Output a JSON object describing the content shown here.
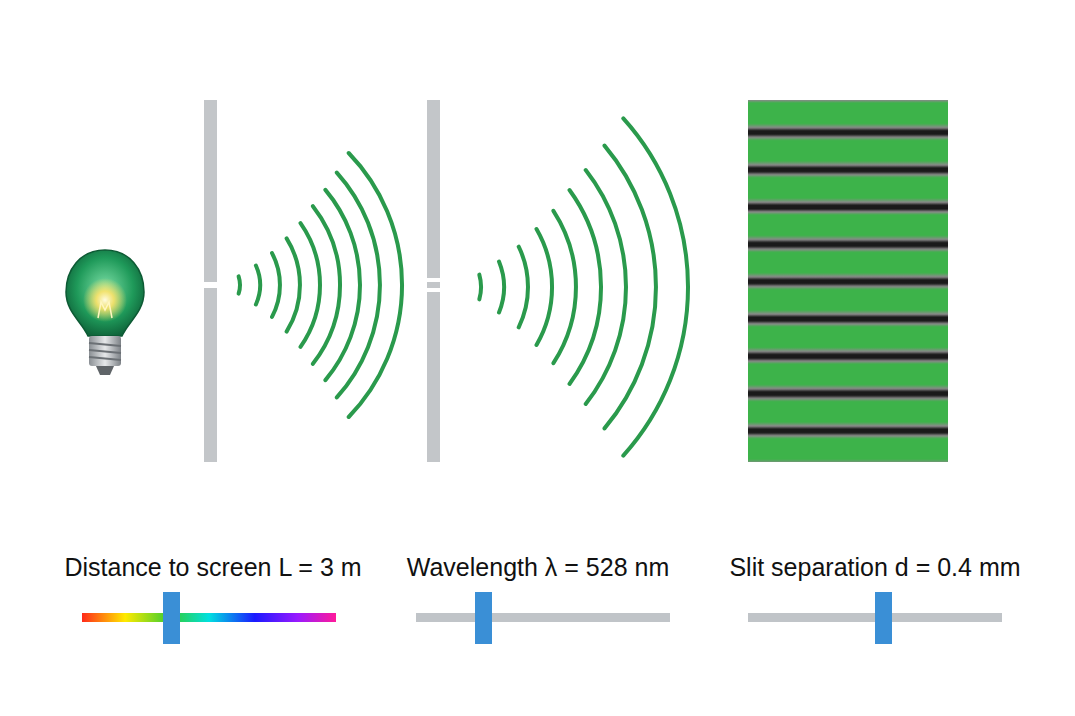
{
  "diagram": {
    "labels": [
      "Distance to screen L = 3 m",
      "Wavelength λ = 528 nm",
      "Slit separation d = 0.4 mm"
    ]
  }
}
